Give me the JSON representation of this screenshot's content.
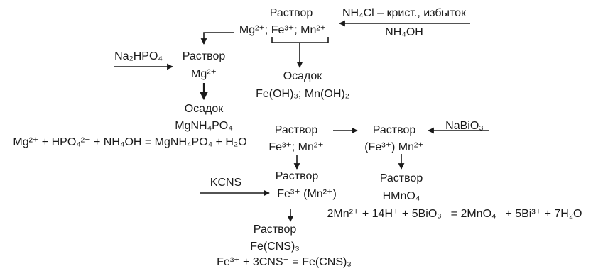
{
  "scheme": {
    "reagent_top": "NH₄Cl – крист., избыток",
    "reagent_top_2": "NH₄OH",
    "solution_1_label": "Раствор",
    "solution_1_ions": "Mg²⁺; Fe³⁺; Mn²⁺",
    "reagent_na2hpo4": "Na₂HPO₄",
    "solution_mg_label": "Раствор",
    "solution_mg_ion": "Mg²⁺",
    "precipitate_hydroxide_label": "Осадок",
    "precipitate_hydroxide_formula": "Fe(OH)₃; Mn(OH)₂",
    "precipitate_mg_label": "Осадок",
    "precipitate_mg_formula": "MgNH₄PO₄",
    "equation_mg": "Mg²⁺ + HPO₄²⁻ + NH₄OH = MgNH₄PO₄ + H₂O",
    "solution_fe_mn_label": "Раствор",
    "solution_fe_mn_ions": "Fe³⁺; Mn²⁺",
    "solution_mn_label": "Раствор",
    "solution_mn_ions": "(Fe³⁺) Mn²⁺",
    "reagent_nabio3": "NaBiO₃",
    "reagent_kcns": "KCNS",
    "solution_fe_label": "Раствор",
    "solution_fe_ions": "Fe³⁺ (Mn²⁺)",
    "solution_hmno4_label": "Раствор",
    "solution_hmno4_formula": "HMnO₄",
    "equation_mn": "2Mn²⁺ + 14H⁺ + 5BiO₃⁻ = 2MnO₄⁻ + 5Bi³⁺ + 7H₂O",
    "solution_fecns_label": "Раствор",
    "solution_fecns_formula": "Fe(CNS)₃",
    "equation_fe": "Fe³⁺ + 3CNS⁻ = Fe(CNS)₃"
  }
}
